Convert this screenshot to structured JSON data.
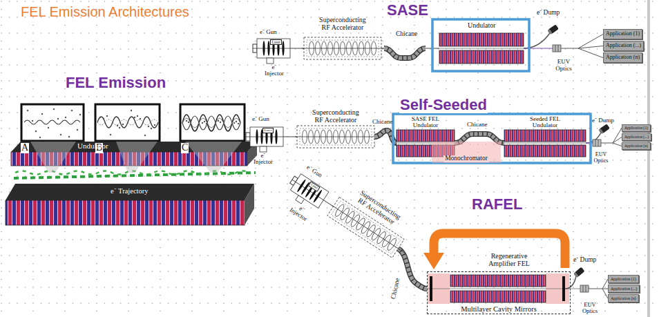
{
  "diagram": {
    "title": "FEL Emission Architectures",
    "nodes": [
      {
        "text": [
          "Laser"
        ]
      },
      {
        "text": [
          "EUV Optics"
        ]
      },
      {
        "text": [
          "Application (1)"
        ]
      },
      {
        "text": [
          "Application (...)"
        ]
      },
      {
        "text": [
          "Application (n)"
        ]
      },
      {
        "text": [
          "Laser"
        ]
      },
      {
        "text": [
          "Monochromator"
        ]
      },
      {
        "text": [
          "EUV Optics"
        ]
      },
      {
        "text": [
          "Application (1)"
        ]
      },
      {
        "text": [
          "Application (...)"
        ]
      },
      {
        "text": [
          "Application (n)"
        ]
      },
      {
        "text": [
          "Laser"
        ]
      },
      {
        "text": [
          "Multilayer Cavity Mirrors"
        ]
      },
      {
        "text": [
          "EUV Optics"
        ]
      },
      {
        "text": [
          "Application (1)"
        ]
      },
      {
        "text": [
          "Application (...)"
        ]
      },
      {
        "text": [
          "Application (n)"
        ]
      }
    ],
    "edges": [
      {
        "from": 1,
        "to": 2,
        "arrow": "none"
      },
      {
        "from": 1,
        "to": 3,
        "arrow": "none"
      },
      {
        "from": 1,
        "to": 4,
        "arrow": "none"
      },
      {
        "from": 7,
        "to": 8,
        "arrow": "none"
      },
      {
        "from": 7,
        "to": 9,
        "arrow": "none"
      },
      {
        "from": 7,
        "to": 10,
        "arrow": "none"
      },
      {
        "from": 13,
        "to": 14,
        "arrow": "none"
      },
      {
        "from": 13,
        "to": 15,
        "arrow": "none"
      },
      {
        "from": 13,
        "to": 16,
        "arrow": "none"
      }
    ],
    "labels": [
      "SASE",
      "FEL Emission",
      "e⁻ Gun",
      "Superconducting RF Accelerator",
      "Chicane",
      "Undulator",
      "e⁻ Dump",
      "e⁻ Injector",
      "A",
      "B",
      "C",
      "Undulator",
      "e⁻ Trajectory",
      "Self-Seeded",
      "e⁻ Gun",
      "Superconducting RF Accelerator",
      "Chicane",
      "SASE FEL Undulator",
      "Chicane",
      "Seeded FEL Undulator",
      "e⁻ Dump",
      "e⁻ Injector",
      "RAFEL",
      "e⁻ Gun",
      "Superconducting RF Accelerator",
      "e⁻ Injector",
      "Chicane",
      "Regenerative Amplifier FEL",
      "e⁻ Dump"
    ]
  }
}
